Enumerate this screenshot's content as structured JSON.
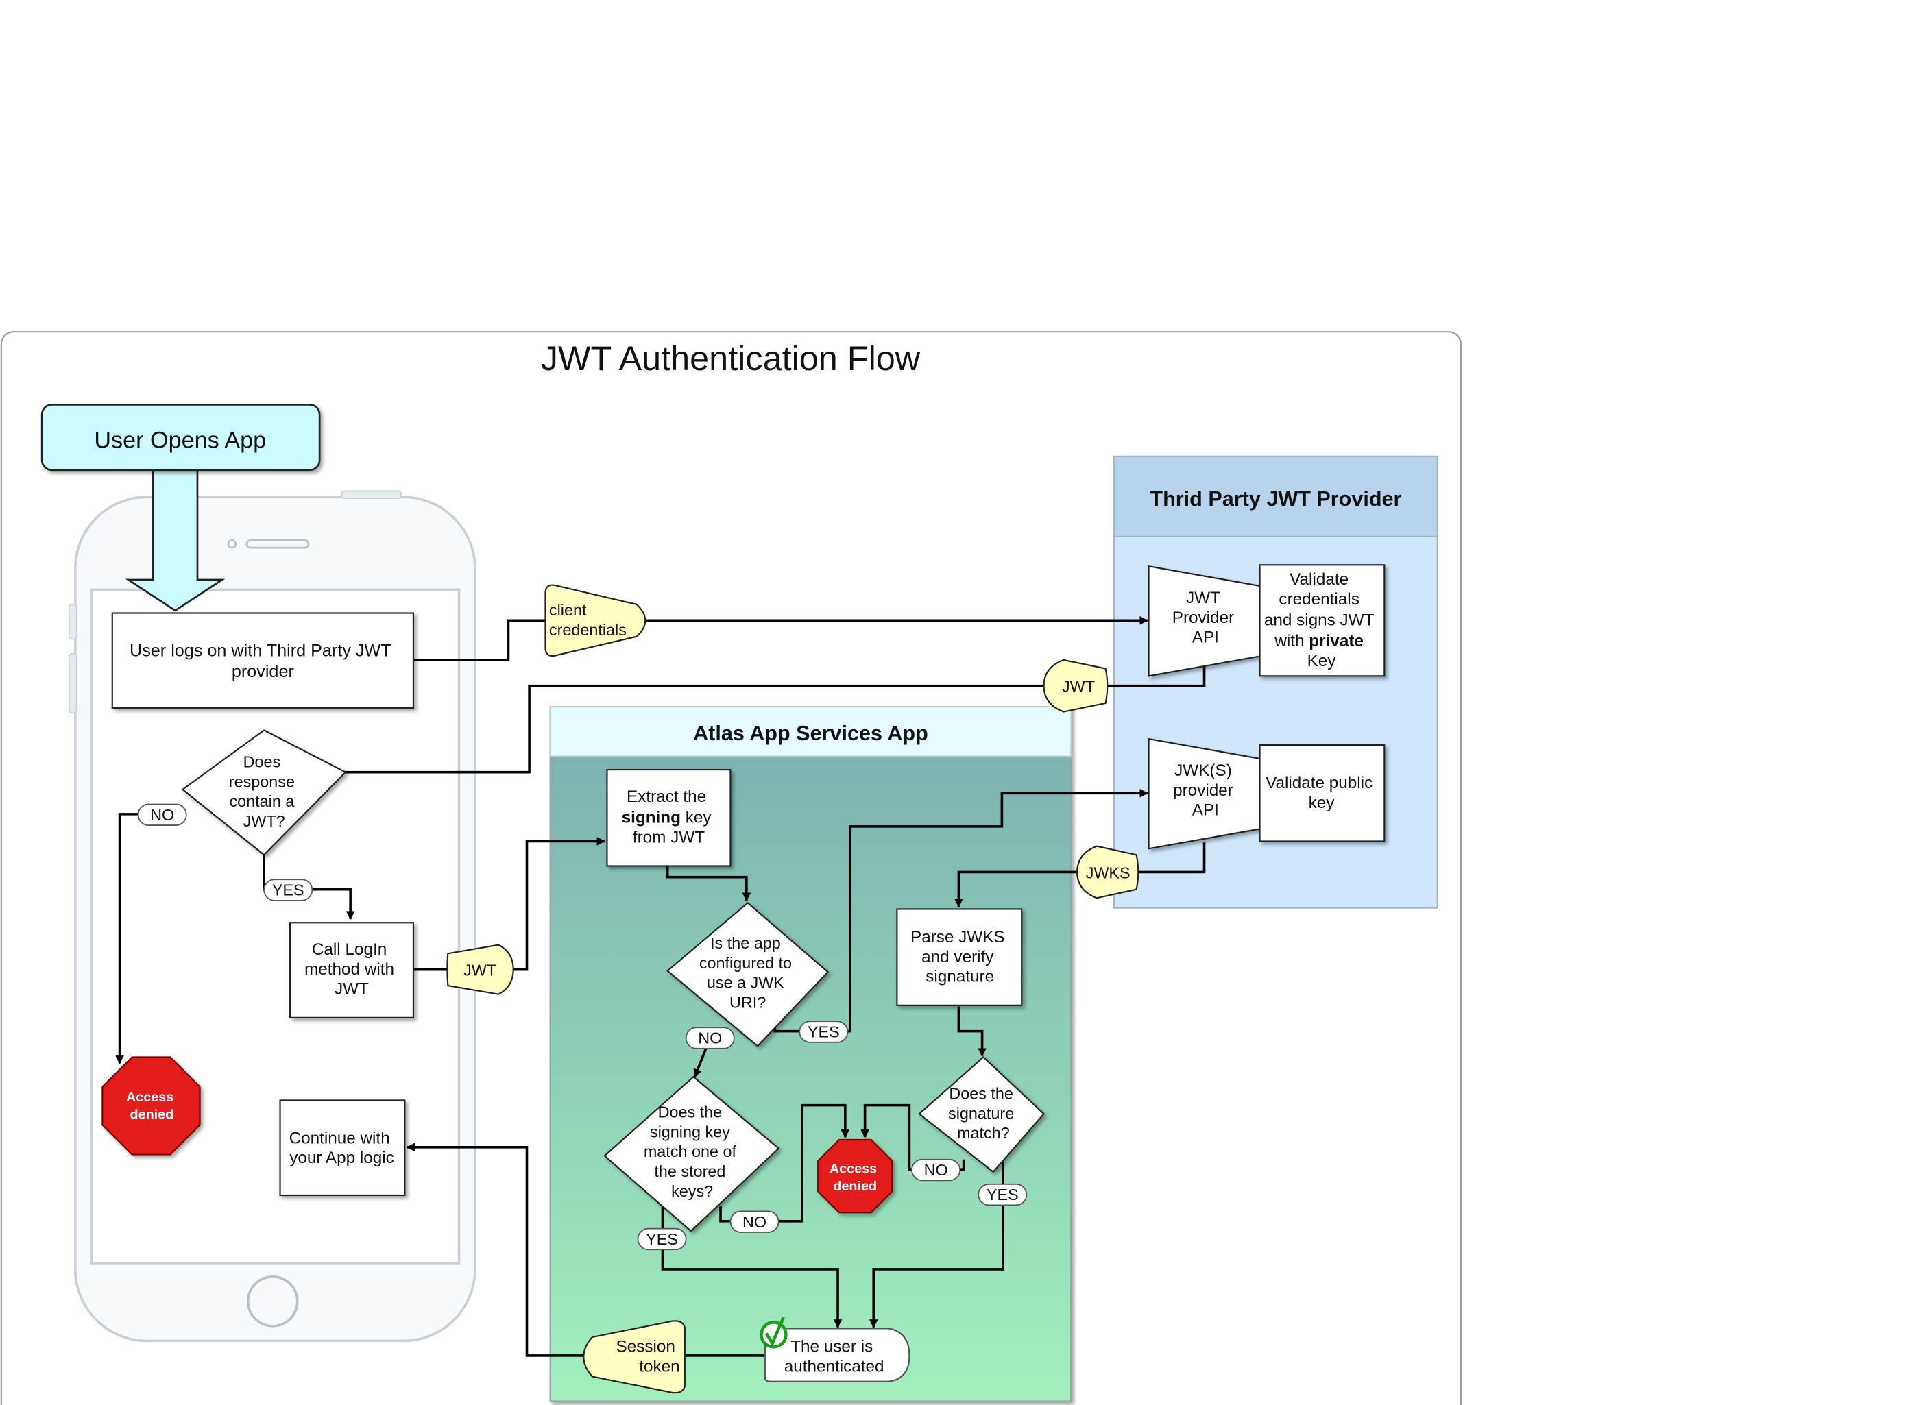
{
  "title": "JWT Authentication Flow",
  "user_opens_app": "User Opens App",
  "phone": {
    "logon_box": [
      "User logs on with Third Party JWT",
      "provider"
    ],
    "response_diamond": [
      "Does",
      "response",
      "contain a",
      "JWT?"
    ],
    "no_label": "NO",
    "yes_label": "YES",
    "call_login": [
      "Call LogIn",
      "method with",
      "JWT"
    ],
    "access_denied": [
      "Access",
      "denied"
    ],
    "continue_box": [
      "Continue with",
      "your App logic"
    ]
  },
  "tags": {
    "client_credentials": [
      "client",
      "credentials"
    ],
    "jwt_top": "JWT",
    "jwt_mid": "JWT",
    "jwks": "JWKS",
    "session_token": [
      "Session",
      "token"
    ]
  },
  "provider": {
    "title": "Thrid Party JWT Provider",
    "jwt_api": [
      "JWT",
      "Provider",
      "API"
    ],
    "validate_box": {
      "lines": [
        "Validate",
        "credentials",
        "and signs JWT"
      ],
      "line4_prefix": "with ",
      "line4_bold": "private",
      "line5": "Key"
    },
    "jwks_api": [
      "JWK(S)",
      "provider",
      "API"
    ],
    "validate_public": [
      "Validate public",
      "key"
    ]
  },
  "atlas": {
    "title": "Atlas App Services App",
    "extract": {
      "line1": "Extract the",
      "line2_bold": "signing",
      "line2_rest": " key",
      "line3": "from JWT"
    },
    "configured_diamond": [
      "Is the app",
      "configured to",
      "use a JWK",
      "URI?"
    ],
    "yes1": "YES",
    "no1": "NO",
    "stored_diamond": [
      "Does the",
      "signing key",
      "match one of",
      "the stored",
      "keys?"
    ],
    "no2": "NO",
    "yes2": "YES",
    "access_denied": [
      "Access",
      "denied"
    ],
    "parse_box": [
      "Parse JWKS",
      "and verify",
      "signature"
    ],
    "signature_diamond": [
      "Does the",
      "signature",
      "match?"
    ],
    "no3": "NO",
    "yes3": "YES",
    "authenticated": [
      "The user is",
      "authenticated"
    ]
  },
  "colors": {
    "cyan": "#ccfbff",
    "provider_bg": "#cfe6fb",
    "provider_header": "#b8d3ec",
    "atlas_header": "#e6fbfd",
    "atlas_top": "#7aaeb0",
    "atlas_bottom": "#a3efbd",
    "tag_yellow": "#ffffc4",
    "stop_red": "#e31a1a",
    "check_green": "#17a017"
  }
}
